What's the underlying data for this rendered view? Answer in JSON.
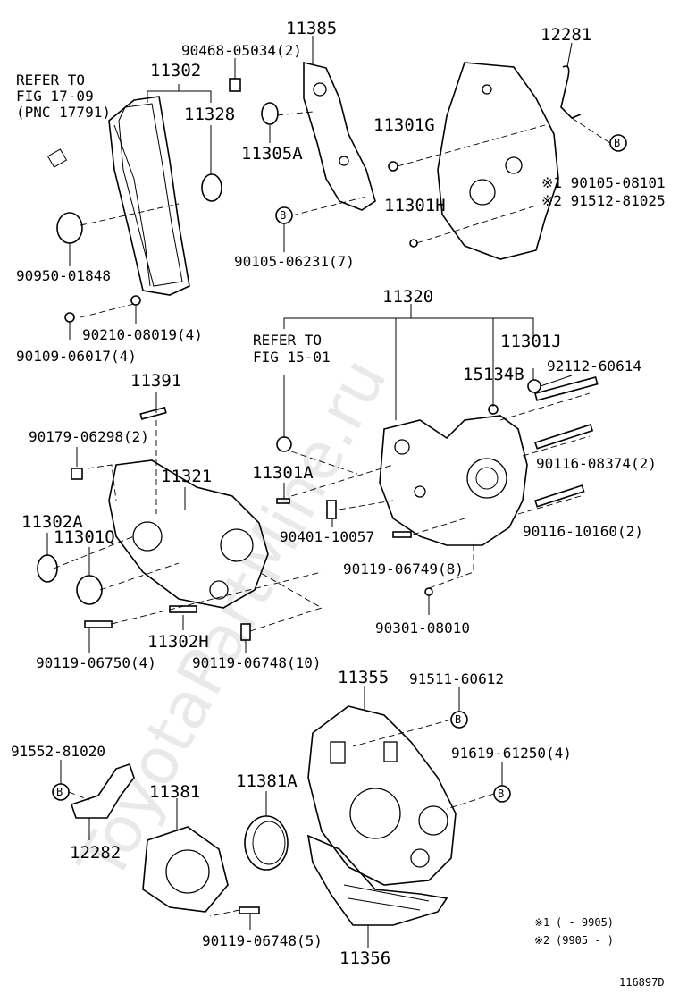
{
  "watermark": "ToyotaPartMine.ru",
  "diagram_code": "116897D",
  "footnotes": [
    {
      "mark": "※1",
      "text": "( - 9905)"
    },
    {
      "mark": "※2",
      "text": "(9905 - )"
    }
  ],
  "labels": {
    "p11385": "11385",
    "p12281": "12281",
    "p90468": "90468-05034(2)",
    "p11302": "11302",
    "refer1_line1": "REFER TO",
    "refer1_line2": "FIG 17-09",
    "refer1_line3": "(PNC 17791)",
    "p11328": "11328",
    "p11301G": "11301G",
    "p11305A": "11305A",
    "p90105_08101": "※1 90105-08101",
    "p91512": "※2 91512-81025",
    "p11301H": "11301H",
    "p90105_06231": "90105-06231(7)",
    "p90950": "90950-01848",
    "p90210": "90210-08019(4)",
    "p90109": "90109-06017(4)",
    "p11320": "11320",
    "refer2_line1": "REFER TO",
    "refer2_line2": "FIG 15-01",
    "p11301J": "11301J",
    "p92112": "92112-60614",
    "p15134B": "15134B",
    "p11391": "11391",
    "p90179": "90179-06298(2)",
    "p11321": "11321",
    "p11301A": "11301A",
    "p90116_08374": "90116-08374(2)",
    "p11302A": "11302A",
    "p11301Q": "11301Q",
    "p90401": "90401-10057",
    "p90116_10160": "90116-10160(2)",
    "p90119_06749": "90119-06749(8)",
    "p11302H": "11302H",
    "p90301": "90301-08010",
    "p90119_06750": "90119-06750(4)",
    "p90119_06748_10": "90119-06748(10)",
    "p11355": "11355",
    "p91511": "91511-60612",
    "p91552": "91552-81020",
    "p91619": "91619-61250(4)",
    "p11381": "11381",
    "p11381A": "11381A",
    "p12282": "12282",
    "p90119_06748_5": "90119-06748(5)",
    "p11356": "11356",
    "b_symbol": "B"
  }
}
